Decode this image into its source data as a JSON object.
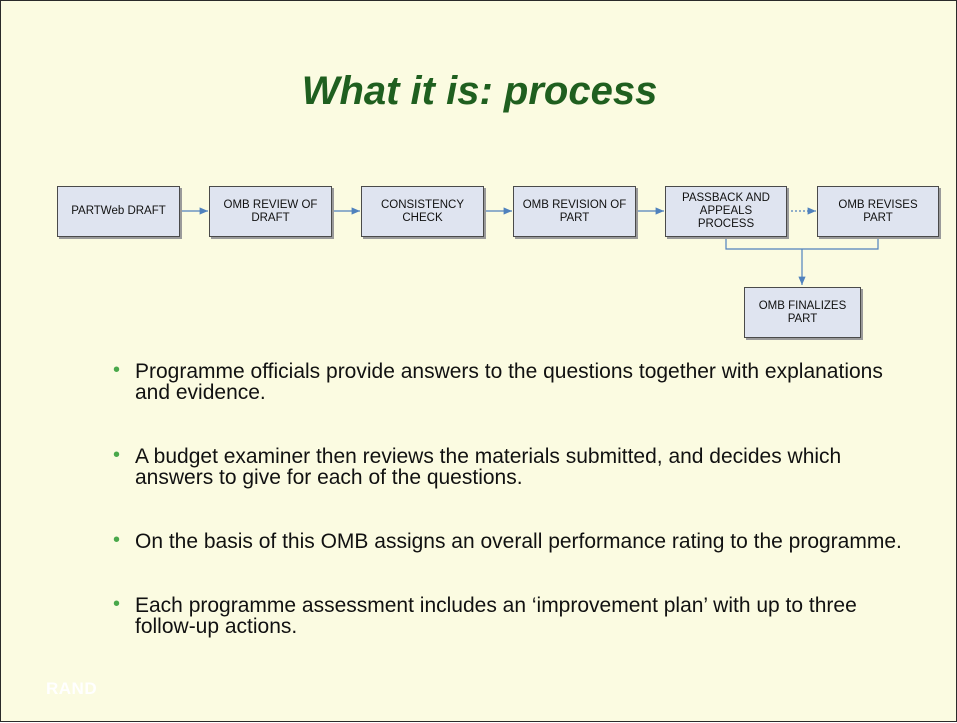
{
  "slide": {
    "title": "What it is: process",
    "footer_logo": "RAND"
  },
  "flowchart": {
    "steps": [
      "PARTWeb DRAFT",
      "OMB REVIEW OF\nDRAFT",
      "CONSISTENCY\nCHECK",
      "OMB REVISION OF\nPART",
      "PASSBACK AND\nAPPEALS\nPROCESS",
      "OMB REVISES\nPART",
      "OMB FINALIZES\nPART"
    ]
  },
  "bullets": [
    "Programme officials provide answers to the questions together with explanations and evidence.",
    "A budget examiner then reviews the materials submitted, and decides which answers to give for each of the questions.",
    "On the basis of this OMB assigns an overall performance rating to the programme.",
    "Each programme assessment includes an ‘improvement plan’ with up to three follow-up actions."
  ],
  "colors": {
    "background": "#fbfbe1",
    "title": "#1f5f1f",
    "box_fill": "#dfe4f0",
    "arrow": "#4f81bd",
    "bullet": "#49a84a"
  }
}
